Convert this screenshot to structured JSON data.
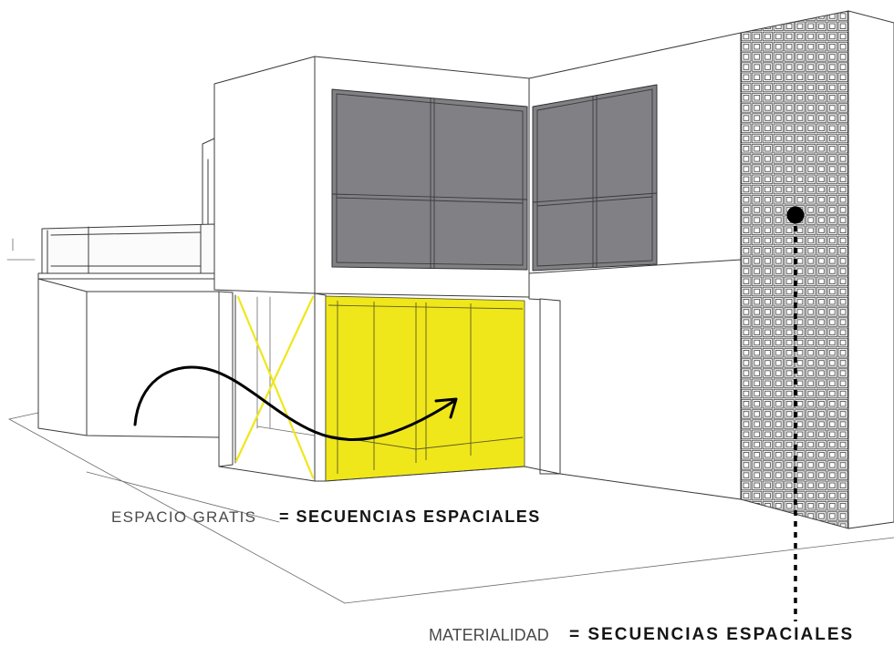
{
  "labels": {
    "free_space": {
      "term": "ESPACIO GRATIS",
      "equals": "= SECUENCIAS ESPACIALES"
    },
    "materiality": {
      "term": "MATERIALIDAD",
      "equals": "= SECUENCIAS ESPACIALES"
    }
  },
  "colors": {
    "highlight": "#efe71a",
    "glass": "#818084",
    "line": "#3b3b3b",
    "marker": "#000000"
  },
  "icons": {
    "circulation_arrow": "curved-arrow-icon",
    "material_marker": "dot-marker-icon"
  }
}
